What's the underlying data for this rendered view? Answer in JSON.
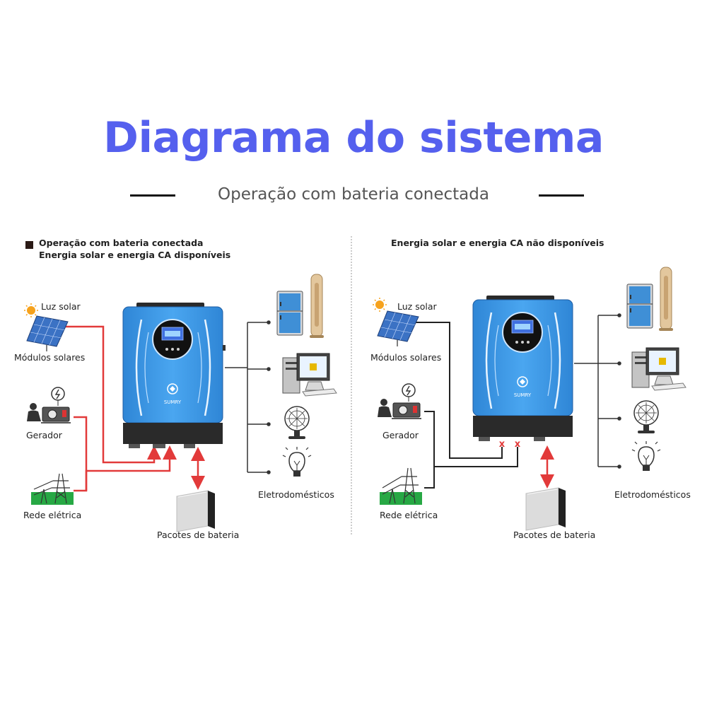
{
  "header": {
    "title": "Diagrama do sistema",
    "subtitle": "Operação com bateria conectada"
  },
  "colors": {
    "title": "#5560ee",
    "subtitle": "#555555",
    "inverter_body": "#3f97e6",
    "inverter_base": "#2a2a2a",
    "flow_active": "#e23a3a",
    "flow_inactive": "#222222",
    "legend_marker": "#2b1a16",
    "battery": "#dcdcdc"
  },
  "left_panel": {
    "mode_line1": "Operação com bateria conectada",
    "mode_line2": "Energia solar e energia CA disponíveis",
    "solar_light": "Luz solar",
    "solar_modules": "Módulos solares",
    "generator": "Gerador",
    "grid": "Rede elétrica",
    "battery": "Pacotes de bateria",
    "appliances": "Eletrodomésticos",
    "brand": "SUMRY"
  },
  "right_panel": {
    "mode_line1": "Energia solar e energia CA não disponíveis",
    "solar_light": "Luz solar",
    "solar_modules": "Módulos solares",
    "generator": "Gerador",
    "grid": "Rede elétrica",
    "battery": "Pacotes de bateria",
    "appliances": "Eletrodomésticos",
    "brand": "SUMRY",
    "blocked_mark_1": "x",
    "blocked_mark_2": "x"
  },
  "icons": [
    "sun-icon",
    "solar-panel-icon",
    "generator-icon",
    "power-tower-icon",
    "inverter-icon",
    "battery-pack-icon",
    "refrigerator-icon",
    "tower-fan-icon",
    "computer-icon",
    "desk-fan-icon",
    "light-bulb-icon"
  ]
}
